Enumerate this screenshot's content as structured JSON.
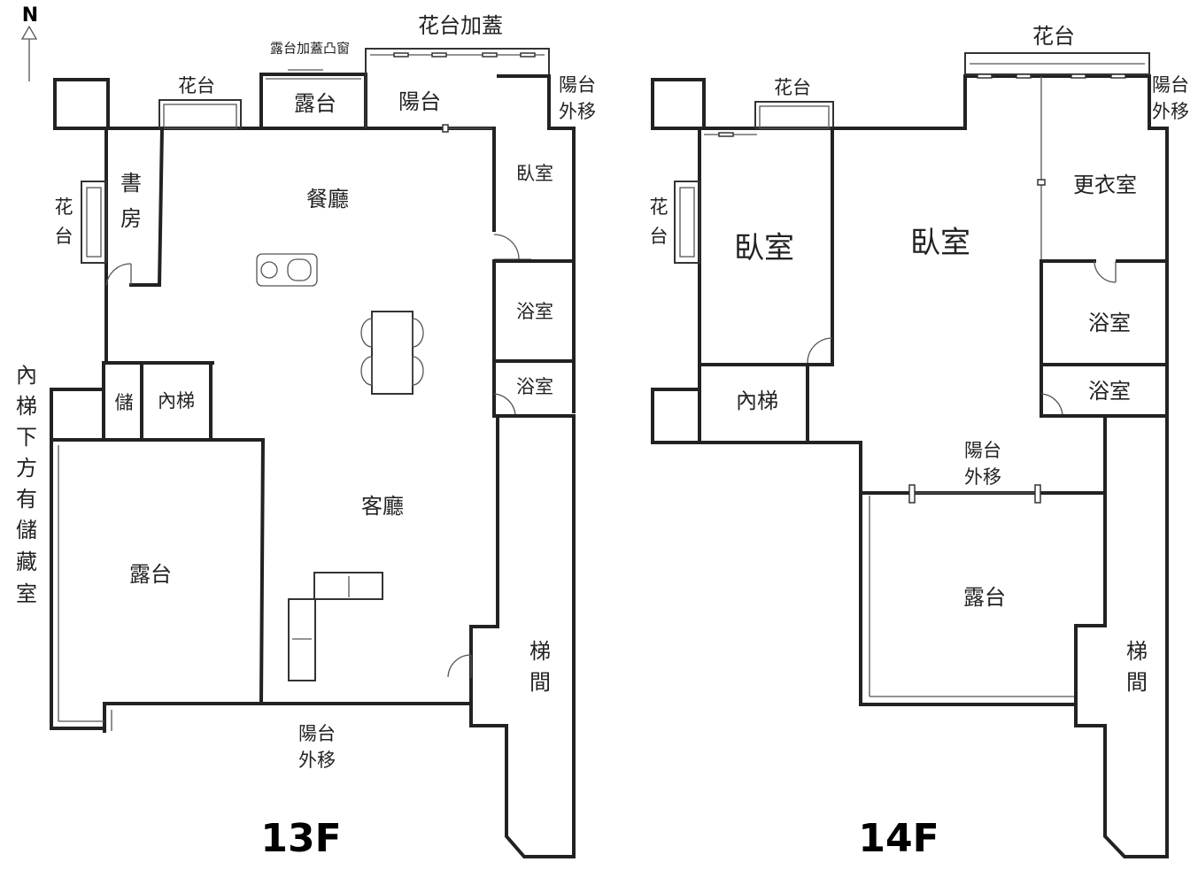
{
  "compass": {
    "label": "N"
  },
  "floor13": {
    "title": "13F",
    "labels": {
      "planter_addon": "花台加蓋",
      "terrace_bay": "露台加蓋凸窗",
      "planter_n": "花台",
      "terrace_n": "露台",
      "balcony_n": "陽台",
      "balcony_moved_ne_1": "陽台",
      "balcony_moved_ne_2": "外移",
      "bedroom": "臥室",
      "study_1": "書",
      "study_2": "房",
      "planter_w_1": "花",
      "planter_w_2": "台",
      "dining": "餐廳",
      "bath_1": "浴室",
      "bath_2": "浴室",
      "storage": "儲",
      "inner_stair": "內梯",
      "living": "客廳",
      "terrace_w": "露台",
      "stairwell_1": "梯",
      "stairwell_2": "間",
      "balcony_moved_s_1": "陽台",
      "balcony_moved_s_2": "外移",
      "storage_note": [
        "內",
        "梯",
        "下",
        "方",
        "有",
        "儲",
        "藏",
        "室"
      ]
    }
  },
  "floor14": {
    "title": "14F",
    "labels": {
      "planter_n2": "花台",
      "planter_n1": "花台",
      "balcony_moved_ne_1": "陽台",
      "balcony_moved_ne_2": "外移",
      "planter_w_1": "花",
      "planter_w_2": "台",
      "bedroom_w": "臥室",
      "bedroom_main": "臥室",
      "closet": "更衣室",
      "bath_1": "浴室",
      "bath_2": "浴室",
      "inner_stair": "內梯",
      "balcony_moved_c_1": "陽台",
      "balcony_moved_c_2": "外移",
      "terrace": "露台",
      "stairwell_1": "梯",
      "stairwell_2": "間"
    }
  }
}
